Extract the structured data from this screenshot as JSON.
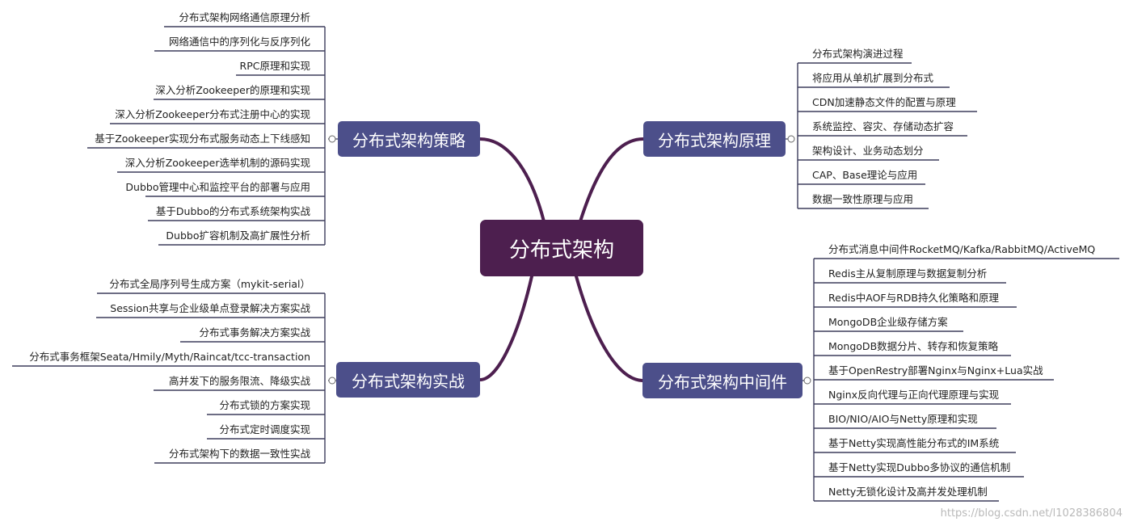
{
  "center": "分布式架构",
  "branches": {
    "strategy": {
      "title": "分布式架构策略",
      "items": [
        "分布式架构网络通信原理分析",
        "网络通信中的序列化与反序列化",
        "RPC原理和实现",
        "深入分析Zookeeper的原理和实现",
        "深入分析Zookeeper分布式注册中心的实现",
        "基于Zookeeper实现分布式服务动态上下线感知",
        "深入分析Zookeeper选举机制的源码实现",
        "Dubbo管理中心和监控平台的部署与应用",
        "基于Dubbo的分布式系统架构实战",
        "Dubbo扩容机制及高扩展性分析"
      ]
    },
    "practice": {
      "title": "分布式架构实战",
      "items": [
        "分布式全局序列号生成方案（mykit-serial）",
        "Session共享与企业级单点登录解决方案实战",
        "分布式事务解决方案实战",
        "分布式事务框架Seata/Hmily/Myth/Raincat/tcc-transaction",
        "高并发下的服务限流、降级实战",
        "分布式锁的方案实现",
        "分布式定时调度实现",
        "分布式架构下的数据一致性实战"
      ]
    },
    "principle": {
      "title": "分布式架构原理",
      "items": [
        "分布式架构演进过程",
        "将应用从单机扩展到分布式",
        "CDN加速静态文件的配置与原理",
        "系统监控、容灾、存储动态扩容",
        "架构设计、业务动态划分",
        "CAP、Base理论与应用",
        "数据一致性原理与应用"
      ]
    },
    "middleware": {
      "title": "分布式架构中间件",
      "items": [
        "分布式消息中间件RocketMQ/Kafka/RabbitMQ/ActiveMQ",
        "Redis主从复制原理与数据复制分析",
        "Redis中AOF与RDB持久化策略和原理",
        "MongoDB企业级存储方案",
        "MongoDB数据分片、转存和恢复策略",
        "基于OpenRestry部署Nginx与Nginx+Lua实战",
        "Nginx反向代理与正向代理原理与实现",
        "BIO/NIO/AIO与Netty原理和实现",
        "基于Netty实现高性能分布式的IM系统",
        "基于Netty实现Dubbo多协议的通信机制",
        "Netty无锁化设计及高并发处理机制"
      ]
    }
  },
  "watermark": "https://blog.csdn.net/l1028386804",
  "colors": {
    "center_fill": "#4d1f4f",
    "branch_fill": "#4c4f8a",
    "main_edge": "#4d1f4f",
    "leaf_line": "#3d3d5c"
  }
}
